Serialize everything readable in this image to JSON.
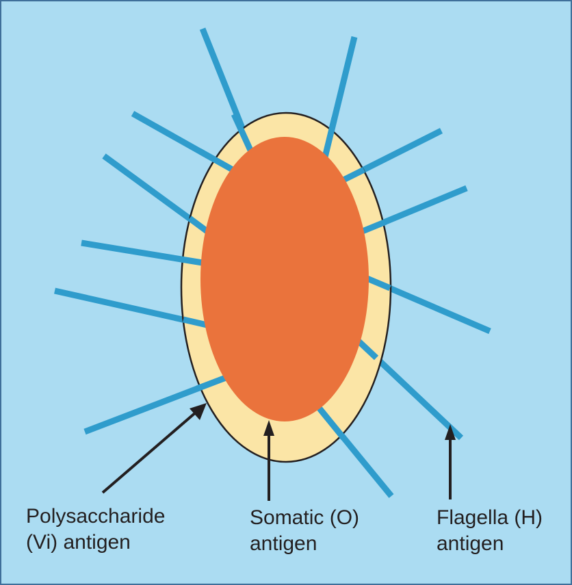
{
  "colors": {
    "background": "#abdcf2",
    "capsule": "#fbe5a6",
    "cell_body": "#ea733c",
    "flagella": "#2f9ccc",
    "arrow": "#231f20",
    "text": "#231f20"
  },
  "labels": {
    "polysaccharide": {
      "line1": "Polysaccharide",
      "line2": "(Vi) antigen"
    },
    "somatic": {
      "line1": "Somatic (O)",
      "line2": "antigen"
    },
    "flagella": {
      "line1": "Flagella (H)",
      "line2": "antigen"
    }
  }
}
